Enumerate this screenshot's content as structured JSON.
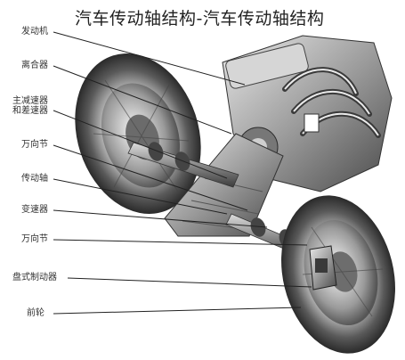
{
  "title": "汽车传动轴结构-汽车传动轴结构",
  "labels": {
    "engine": "发动机",
    "clutch": "离合器",
    "final_drive_l1": "主减速器",
    "final_drive_l2": "和差速器",
    "ujoint_1": "万向节",
    "driveshaft": "传动轴",
    "gearbox": "变速器",
    "ujoint_2": "万向节",
    "disc_brake": "盘式制动器",
    "front_wheel": "前轮"
  }
}
